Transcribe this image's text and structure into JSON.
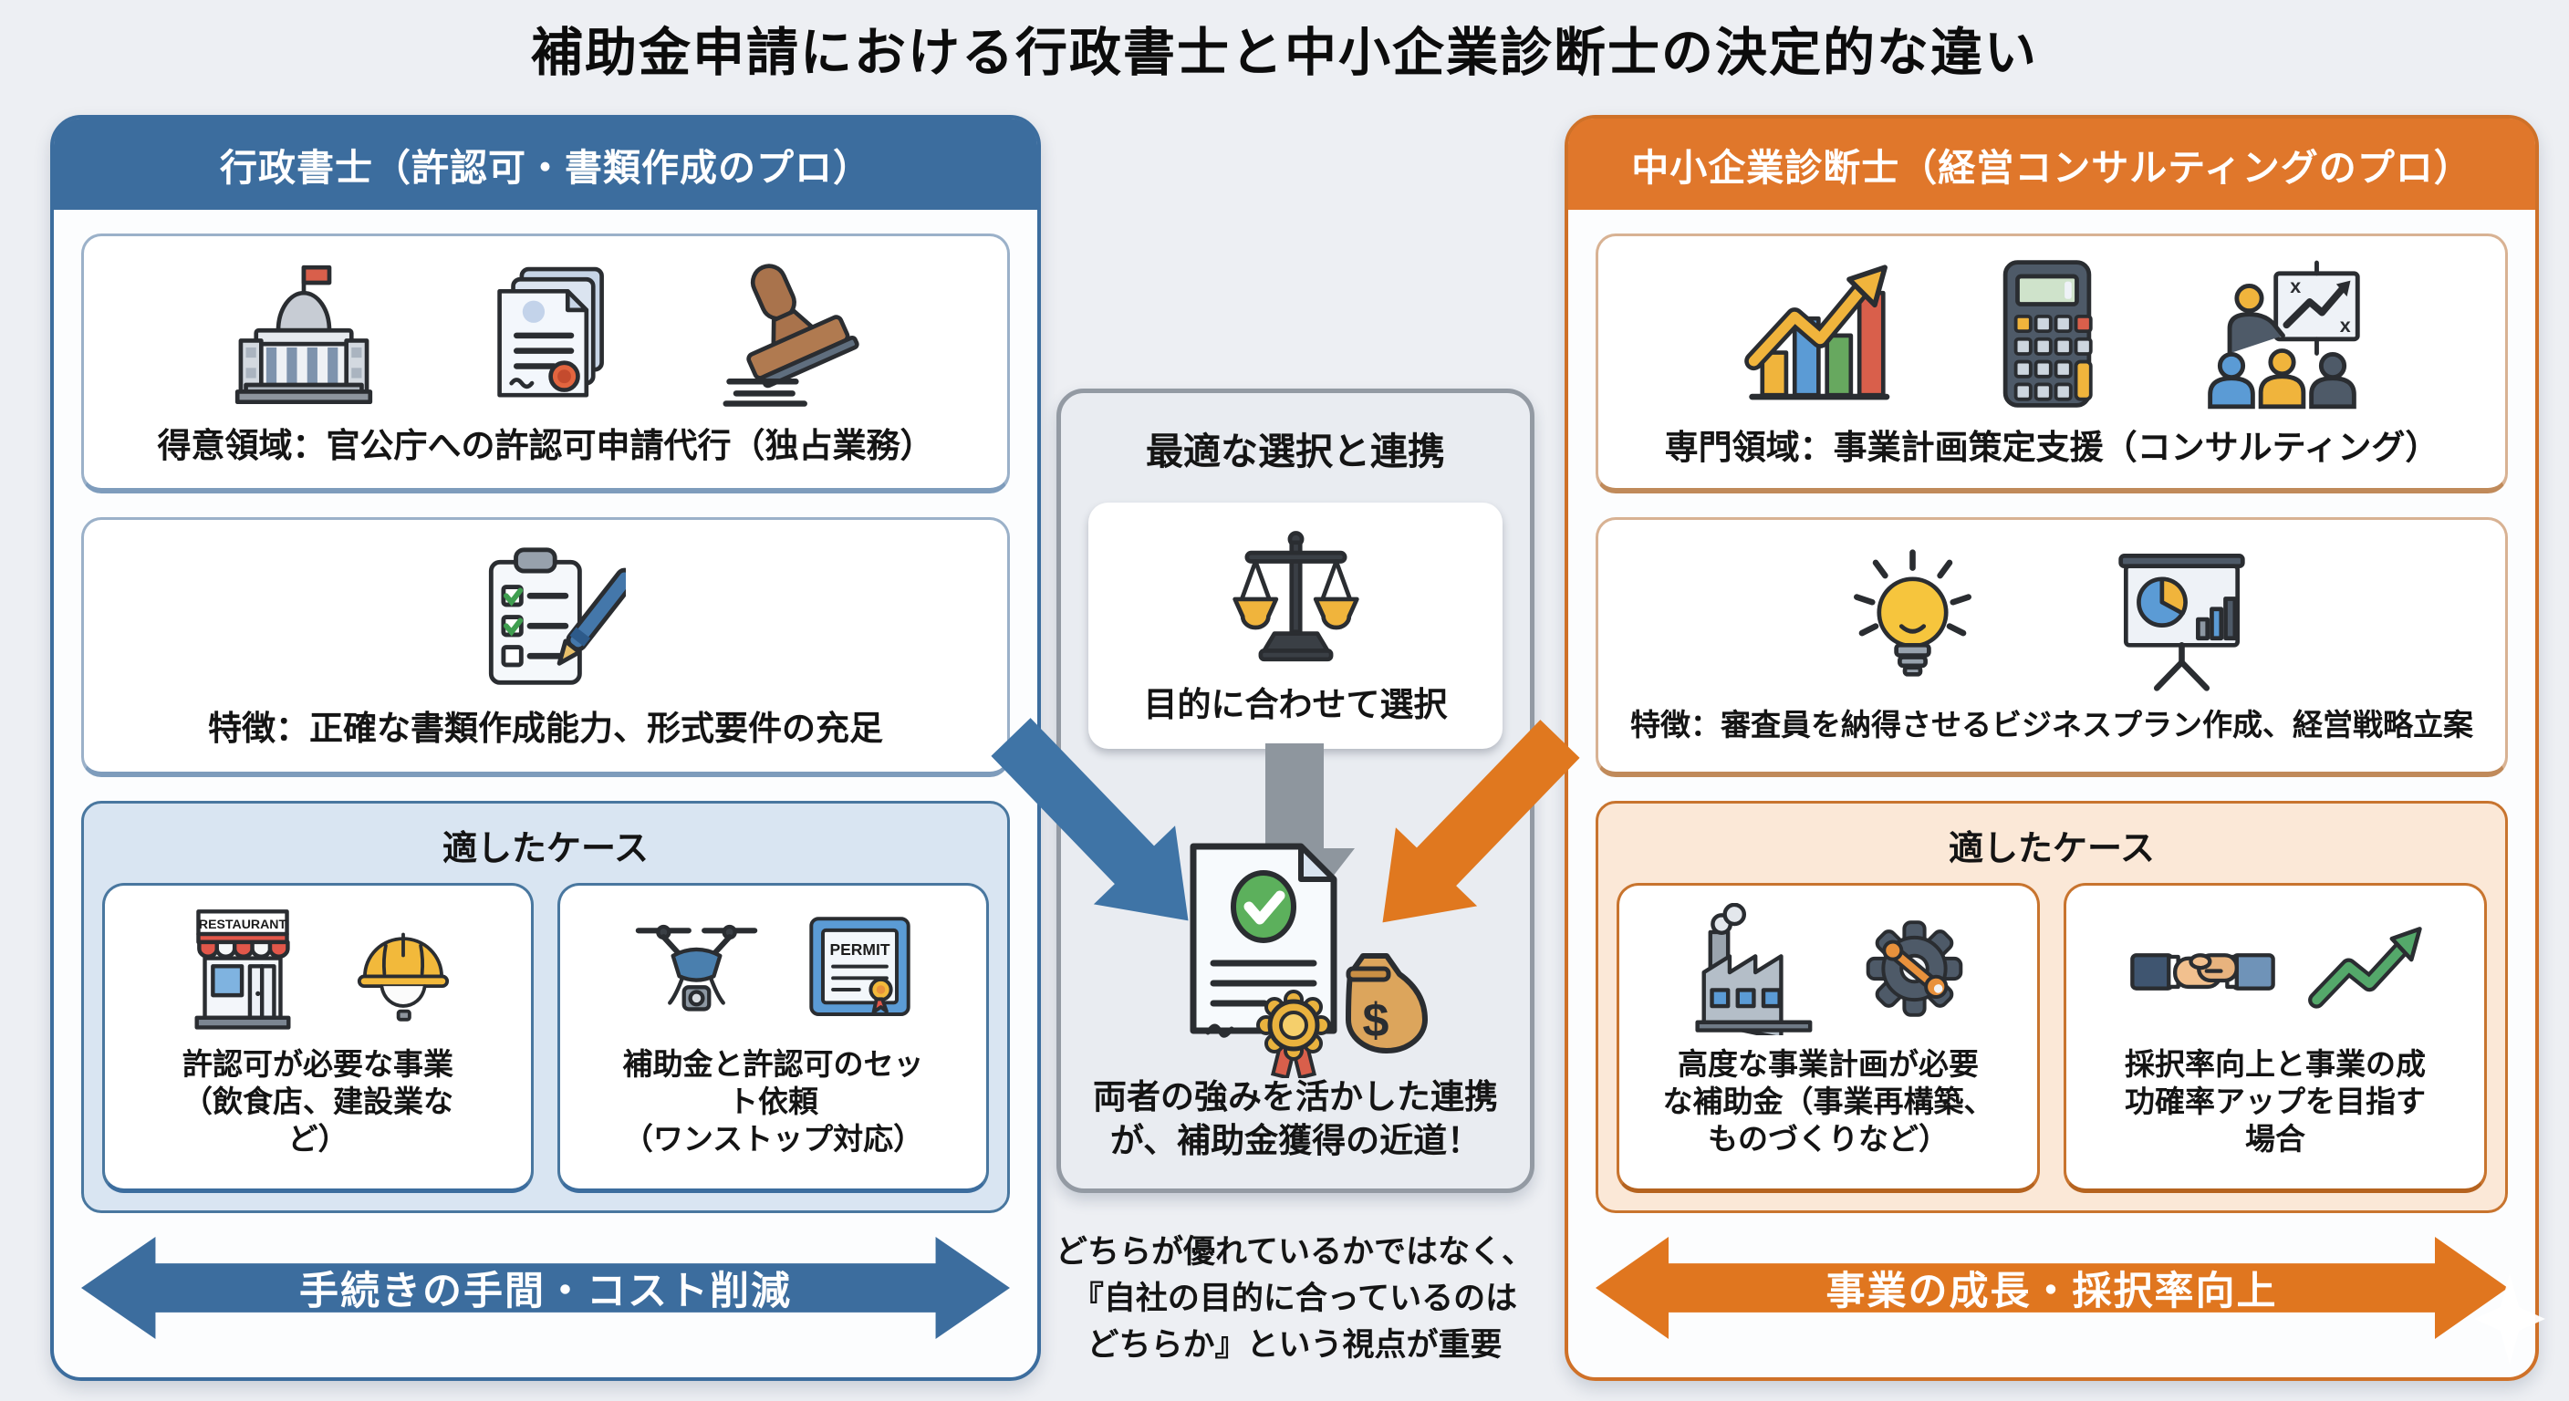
{
  "title": "補助金申請における行政書士と中小企業診断士の決定的な違い",
  "left": {
    "header": "行政書士（許認可・書類作成のプロ）",
    "box1": "得意領域：官公庁への許認可申請代行（独占業務）",
    "box2": "特徴：正確な書類作成能力、形式要件の充足",
    "cases_title": "適したケース",
    "case1": "許認可が必要な事業\n（飲食店、建設業な\nど）",
    "case2": "補助金と許認可のセッ\nト依頼\n（ワンストップ対応）",
    "restaurant_sign": "RESTAURANT",
    "arrow": "手続きの手間・コスト削減"
  },
  "center": {
    "header": "最適な選択と連携",
    "select": "目的に合わせて選択",
    "result": "両者の強みを活かした連携\nが、補助金獲得の近道！",
    "note": "どちらが優れているかではなく、\n『自社の目的に合っているのは\nどちらか』という視点が重要"
  },
  "right": {
    "header": "中小企業診断士（経営コンサルティングのプロ）",
    "box1": "専門領域：事業計画策定支援（コンサルティング）",
    "box2": "特徴：審査員を納得させるビジネスプラン作成、経営戦略立案",
    "cases_title": "適したケース",
    "case1": "高度な事業計画が必要\nな補助金（事業再構築、\nものづくりなど）",
    "case2": "採択率向上と事業の成\n功確率アップを目指す\n場合",
    "permit_sign": "PERMIT",
    "arrow": "事業の成長・採択率向上"
  },
  "colors": {
    "blue": "#3c6d9e",
    "blue_light": "#d9e5f2",
    "orange": "#e0772b",
    "orange_light": "#fbe8d7",
    "gray": "#939aa3",
    "gray_light": "#e9ecf1",
    "green_check": "#5cb05c",
    "green_arrow": "#54a86a",
    "background": "#edeff3"
  }
}
